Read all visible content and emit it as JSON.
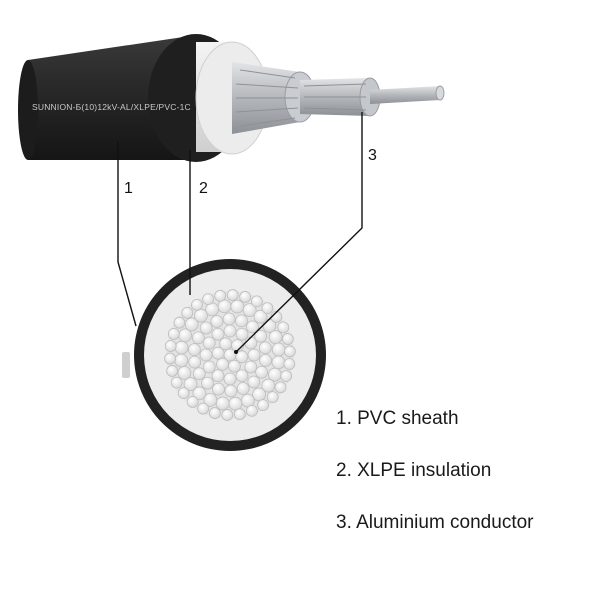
{
  "cable": {
    "jacket_print": "SUNNION-Б(10)12kV-AL/XLPE/PVC-1C",
    "callouts": [
      "1",
      "2",
      "3"
    ]
  },
  "legend": {
    "items": [
      "1. PVC sheath",
      "2. XLPE insulation",
      "3. Aluminium conductor"
    ]
  },
  "colors": {
    "sheath": "#2a2a2a",
    "insulation": "#e6e6e6",
    "conductor": "#b9bcc0"
  }
}
